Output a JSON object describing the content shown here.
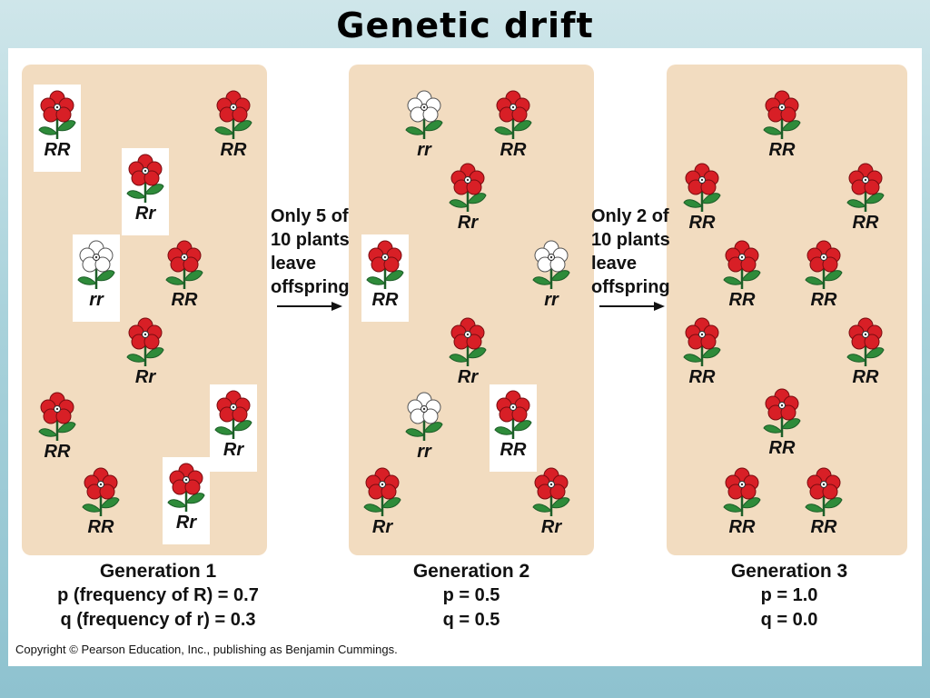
{
  "slide_title": "Genetic drift",
  "colors": {
    "red_flower": "#d81f26",
    "white_flower": "#ffffff",
    "panel_bg": "#f2dcc0",
    "leaf": "#2e8b3a"
  },
  "generations": [
    {
      "caption": "Generation 1",
      "p_text": "p (frequency of R) = 0.7",
      "q_text": "q (frequency of r) = 0.3",
      "plants": [
        {
          "genotype": "RR",
          "color": "red",
          "boxed": true
        },
        {
          "genotype": "RR",
          "color": "red",
          "boxed": false
        },
        {
          "genotype": "Rr",
          "color": "red",
          "boxed": true
        },
        {
          "genotype": "rr",
          "color": "white",
          "boxed": true
        },
        {
          "genotype": "RR",
          "color": "red",
          "boxed": false
        },
        {
          "genotype": "Rr",
          "color": "red",
          "boxed": false
        },
        {
          "genotype": "RR",
          "color": "red",
          "boxed": false
        },
        {
          "genotype": "Rr",
          "color": "red",
          "boxed": true
        },
        {
          "genotype": "RR",
          "color": "red",
          "boxed": false
        },
        {
          "genotype": "Rr",
          "color": "red",
          "boxed": true
        }
      ]
    },
    {
      "caption": "Generation 2",
      "p_text": "p = 0.5",
      "q_text": "q = 0.5",
      "plants": [
        {
          "genotype": "rr",
          "color": "white",
          "boxed": false
        },
        {
          "genotype": "RR",
          "color": "red",
          "boxed": false
        },
        {
          "genotype": "Rr",
          "color": "red",
          "boxed": false
        },
        {
          "genotype": "RR",
          "color": "red",
          "boxed": true
        },
        {
          "genotype": "rr",
          "color": "white",
          "boxed": false
        },
        {
          "genotype": "Rr",
          "color": "red",
          "boxed": false
        },
        {
          "genotype": "rr",
          "color": "white",
          "boxed": false
        },
        {
          "genotype": "RR",
          "color": "red",
          "boxed": true
        },
        {
          "genotype": "Rr",
          "color": "red",
          "boxed": false
        },
        {
          "genotype": "Rr",
          "color": "red",
          "boxed": false
        }
      ]
    },
    {
      "caption": "Generation 3",
      "p_text": "p = 1.0",
      "q_text": "q = 0.0",
      "plants": [
        {
          "genotype": "RR",
          "color": "red",
          "boxed": false
        },
        {
          "genotype": "RR",
          "color": "red",
          "boxed": false
        },
        {
          "genotype": "RR",
          "color": "red",
          "boxed": false
        },
        {
          "genotype": "RR",
          "color": "red",
          "boxed": false
        },
        {
          "genotype": "RR",
          "color": "red",
          "boxed": false
        },
        {
          "genotype": "RR",
          "color": "red",
          "boxed": false
        },
        {
          "genotype": "RR",
          "color": "red",
          "boxed": false
        },
        {
          "genotype": "RR",
          "color": "red",
          "boxed": false
        },
        {
          "genotype": "RR",
          "color": "red",
          "boxed": false
        },
        {
          "genotype": "RR",
          "color": "red",
          "boxed": false
        }
      ]
    }
  ],
  "transitions": [
    {
      "label": "Only 5 of\n10 plants\nleave\noffspring"
    },
    {
      "label": "Only 2 of\n10 plants\nleave\noffspring"
    }
  ],
  "copyright": "Copyright © Pearson Education, Inc., publishing as Benjamin Cummings."
}
